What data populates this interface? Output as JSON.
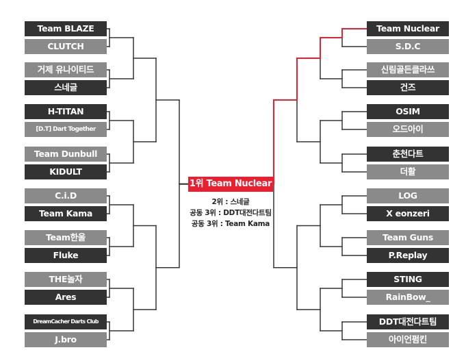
{
  "colors": {
    "dark_box": "#333333",
    "light_box": "#8a8a8a",
    "winner_red": "#e8202f",
    "line": "#333333"
  },
  "bracket": {
    "left": [
      {
        "name": "Team BLAZE",
        "style": "dark"
      },
      {
        "name": "CLUTCH",
        "style": "light"
      },
      {
        "name": "거제 유나이티드",
        "style": "light"
      },
      {
        "name": "스네글",
        "style": "dark"
      },
      {
        "name": "H-TITAN",
        "style": "dark"
      },
      {
        "name": "[D.T] Dart Together",
        "style": "light"
      },
      {
        "name": "Team Dunbull",
        "style": "light"
      },
      {
        "name": "KIDULT",
        "style": "dark"
      },
      {
        "name": "C.i.D",
        "style": "light"
      },
      {
        "name": "Team Kama",
        "style": "dark"
      },
      {
        "name": "Team한울",
        "style": "light"
      },
      {
        "name": "Fluke",
        "style": "dark"
      },
      {
        "name": "THE놀자",
        "style": "light"
      },
      {
        "name": "Ares",
        "style": "dark"
      },
      {
        "name": "DreamCacher Darts Club",
        "style": "dark"
      },
      {
        "name": "J.bro",
        "style": "light"
      }
    ],
    "right": [
      {
        "name": "Team Nuclear",
        "style": "dark"
      },
      {
        "name": "S.D.C",
        "style": "light"
      },
      {
        "name": "신림골든클라쓰",
        "style": "light"
      },
      {
        "name": "건즈",
        "style": "dark"
      },
      {
        "name": "OSIM",
        "style": "dark"
      },
      {
        "name": "오드아이",
        "style": "light"
      },
      {
        "name": "춘천다트",
        "style": "dark"
      },
      {
        "name": "더활",
        "style": "light"
      },
      {
        "name": "LOG",
        "style": "light"
      },
      {
        "name": "X eonzeri",
        "style": "dark"
      },
      {
        "name": "Team Guns",
        "style": "light"
      },
      {
        "name": "P.Replay",
        "style": "dark"
      },
      {
        "name": "STING",
        "style": "dark"
      },
      {
        "name": "RainBow_",
        "style": "light"
      },
      {
        "name": "DDT대전다트팀",
        "style": "dark"
      },
      {
        "name": "아이언펌킨",
        "style": "light"
      }
    ],
    "champion": "1위 Team Nuclear",
    "results": {
      "second": "2위 : 스네글",
      "third_a": "공동 3위 : DDT대전다트팀",
      "third_b": "공동 3위 : Team Kama"
    }
  }
}
